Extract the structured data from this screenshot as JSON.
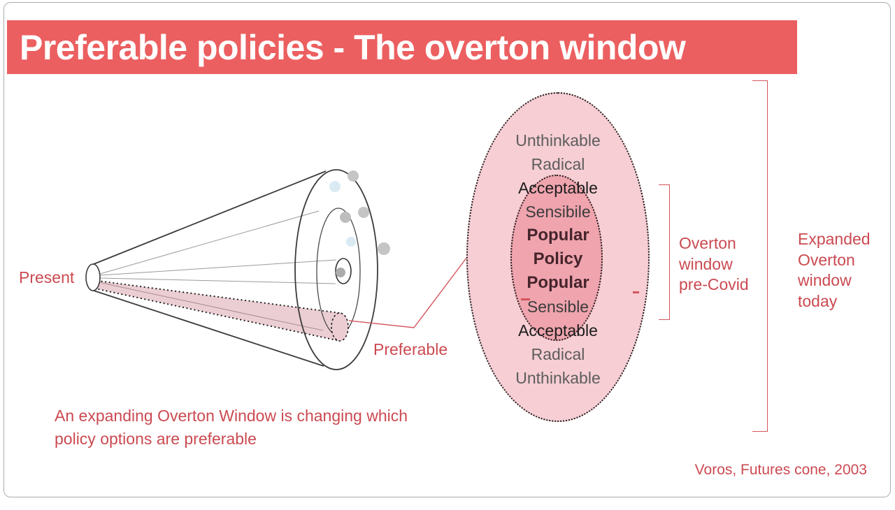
{
  "slide": {
    "title": "Preferable policies - The overton window",
    "caption": "An expanding Overton Window is changing which\npolicy options are preferable",
    "citation": "Voros, Futures cone, 2003"
  },
  "cone": {
    "present_label": "Present",
    "preferable_label": "Preferable"
  },
  "overton": {
    "rows": [
      {
        "label": "Unthinkable",
        "style": "gray"
      },
      {
        "label": "Radical",
        "style": "gray"
      },
      {
        "label": "Acceptable",
        "style": "black"
      },
      {
        "label": "Sensibile",
        "style": "dark"
      },
      {
        "label": "Popular",
        "style": "bold"
      },
      {
        "label": "Policy",
        "style": "bold"
      },
      {
        "label": "Popular",
        "style": "bold"
      },
      {
        "label": "Sensible",
        "style": "dark"
      },
      {
        "label": "Acceptable",
        "style": "black"
      },
      {
        "label": "Radical",
        "style": "gray"
      },
      {
        "label": "Unthinkable",
        "style": "gray"
      }
    ],
    "bracket_small_label": "Overton\nwindow\npre-Covid",
    "bracket_large_label": "Expanded\nOverton\nwindow\ntoday"
  },
  "colors": {
    "banner_red": "#ec5f60",
    "text_red": "#cb4a51",
    "bracket_red": "#d4555d",
    "outer_ellipse_pink": "#f6ced4",
    "inner_ellipse_pink": "#efa4ae",
    "beam_pink": "#eed0d5",
    "dot_gray": "#c5c5c5",
    "dot_blue": "#d9eaf3"
  }
}
